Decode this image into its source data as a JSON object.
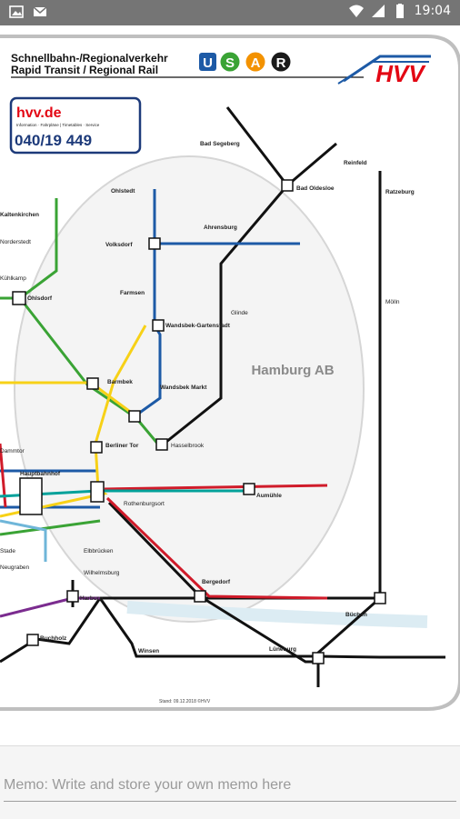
{
  "status": {
    "time": "19:04"
  },
  "header": {
    "line1": "Schnellbahn-/Regionalverkehr",
    "line2": "Rapid Transit / Regional Rail",
    "badges": [
      {
        "letter": "U",
        "color": "#1d5aa6"
      },
      {
        "letter": "S",
        "color": "#3aa335"
      },
      {
        "letter": "A",
        "color": "#f39200"
      },
      {
        "letter": "R",
        "color": "#1a1a1a"
      }
    ],
    "brand": "HVV",
    "brand_color": "#e30613"
  },
  "infobox": {
    "site": "hvv.de",
    "subtitle": "Information · Fahrpläne | Timetables · Service",
    "phone": "040/19 449"
  },
  "map": {
    "zone_label": "Hamburg AB",
    "footer": "Stand: 09.12.2018  ©HVV",
    "stations": {
      "bad_oldesloe": "Bad Oldesloe",
      "reinfeld": "Reinfeld",
      "bad_segeberg": "Bad Segeberg",
      "ahrensburg": "Ahrensburg",
      "kaltenkirchen": "Kaltenkirchen",
      "ohlstedt": "Ohlstedt",
      "volksdorf": "Volksdorf",
      "farmsen": "Farmsen",
      "wandsbek_gartenstadt": "Wandsbek-Gartenstadt",
      "wandsbek_markt": "Wandsbek Markt",
      "barmbek": "Barmbek",
      "ohlsdorf": "Ohlsdorf",
      "berliner_tor": "Berliner Tor",
      "hauptbahnhof": "Hauptbahnhof",
      "hasselbrook": "Hasselbrook",
      "rothenburgsort": "Rothenburgsort",
      "bergedorf": "Bergedorf",
      "harburg": "Harburg",
      "buchholz": "Buchholz",
      "lueneburg": "Lüneburg",
      "winsen": "Winsen",
      "buechen": "Büchen",
      "aumuehle": "Aumühle",
      "mölln": "Mölln",
      "ratzeburg": "Ratzeburg",
      "glinde": "Glinde",
      "kuehlkamp": "Kühlkamp",
      "norderstedt": "Norderstedt",
      "stade": "Stade",
      "neugraben": "Neugraben",
      "wilhelmsburg": "Wilhelmsburg",
      "elbbruecken": "Elbbrücken",
      "dammtor": "Dammtor"
    }
  },
  "memo": {
    "placeholder": "Memo: Write and store your own memo here"
  }
}
